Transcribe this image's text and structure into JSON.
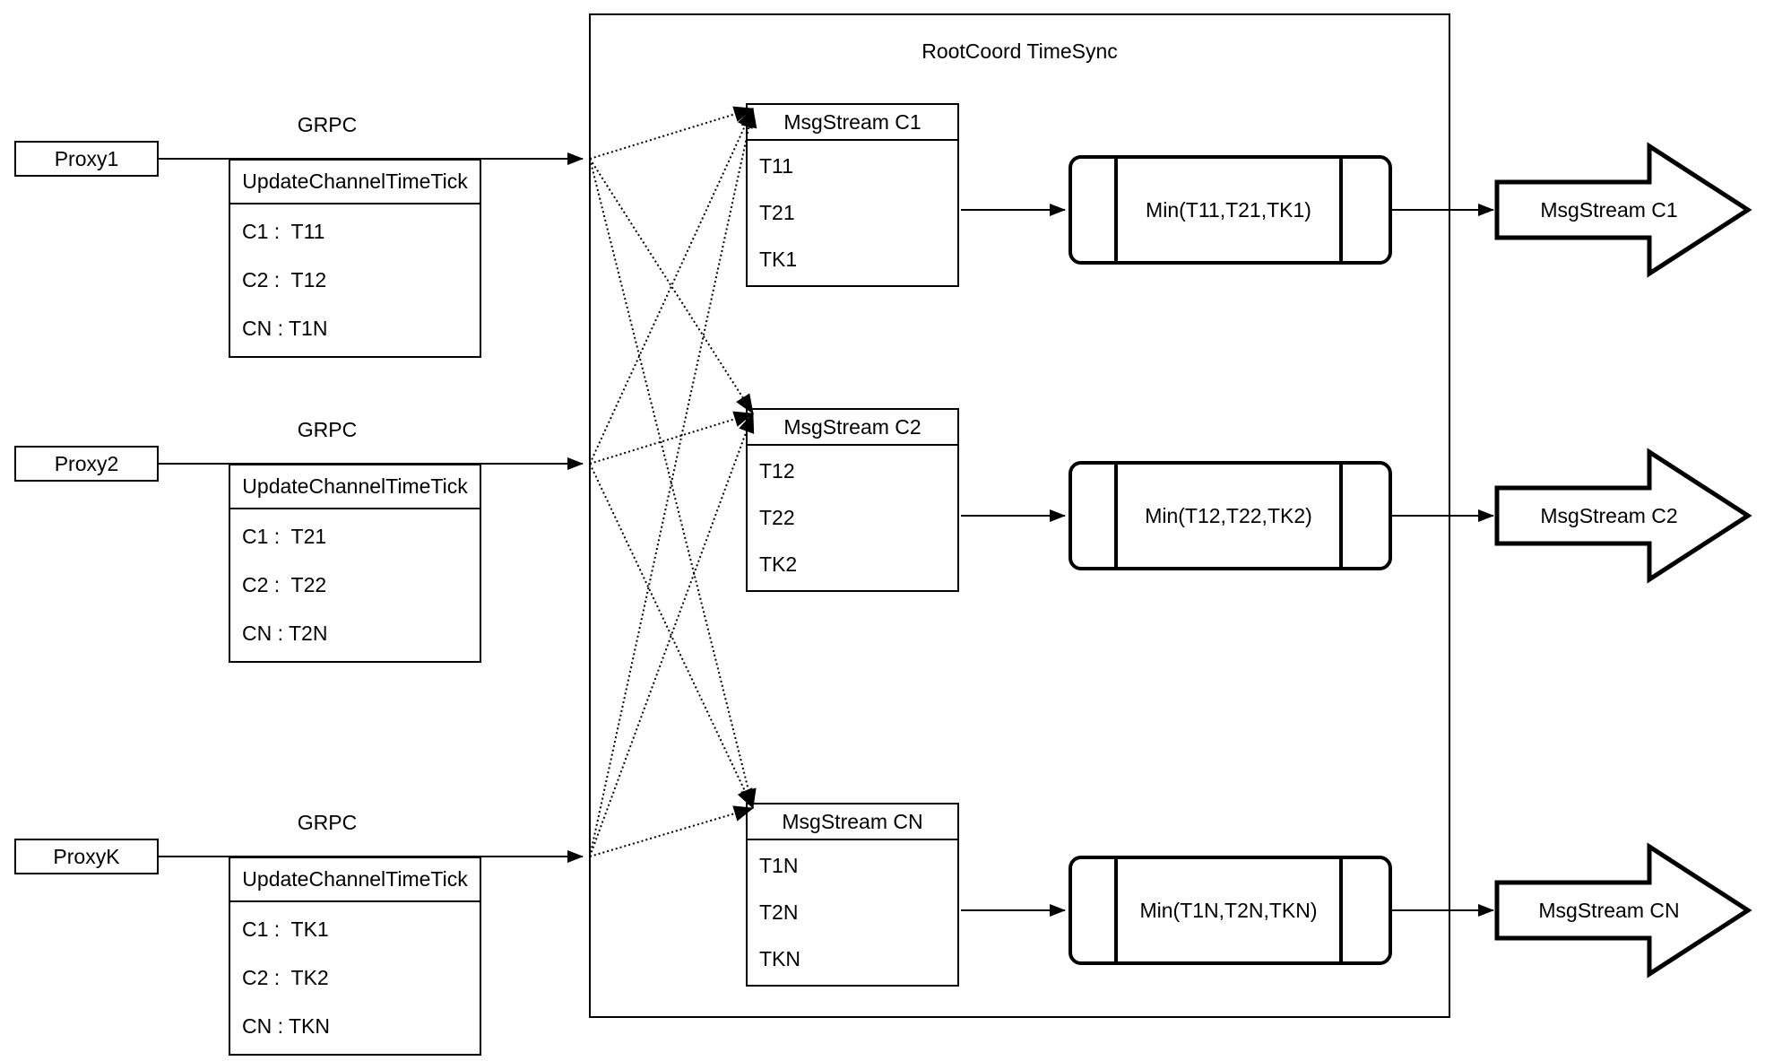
{
  "diagram": {
    "title": "RootCoord TimeSync",
    "colors": {
      "stroke": "#000000",
      "background": "#ffffff"
    }
  },
  "rows": [
    {
      "proxy": "Proxy1",
      "grpc": "GRPC",
      "tick_header": "UpdateChannelTimeTick",
      "tick_rows": [
        "C1 :  T11",
        "C2 :  T12",
        "CN : T1N"
      ],
      "stream_header": "MsgStream C1",
      "stream_rows": [
        "T11",
        "T21",
        "TK1"
      ],
      "min": "Min(T11,T21,TK1)",
      "out": "MsgStream C1"
    },
    {
      "proxy": "Proxy2",
      "grpc": "GRPC",
      "tick_header": "UpdateChannelTimeTick",
      "tick_rows": [
        "C1 :  T21",
        "C2 :  T22",
        "CN : T2N"
      ],
      "stream_header": "MsgStream C2",
      "stream_rows": [
        "T12",
        "T22",
        "TK2"
      ],
      "min": "Min(T12,T22,TK2)",
      "out": "MsgStream C2"
    },
    {
      "proxy": "ProxyK",
      "grpc": "GRPC",
      "tick_header": "UpdateChannelTimeTick",
      "tick_rows": [
        "C1 :  TK1",
        "C2 :  TK2",
        "CN : TKN"
      ],
      "stream_header": "MsgStream CN",
      "stream_rows": [
        "T1N",
        "T2N",
        "TKN"
      ],
      "min": "Min(T1N,T2N,TKN)",
      "out": "MsgStream CN"
    }
  ]
}
